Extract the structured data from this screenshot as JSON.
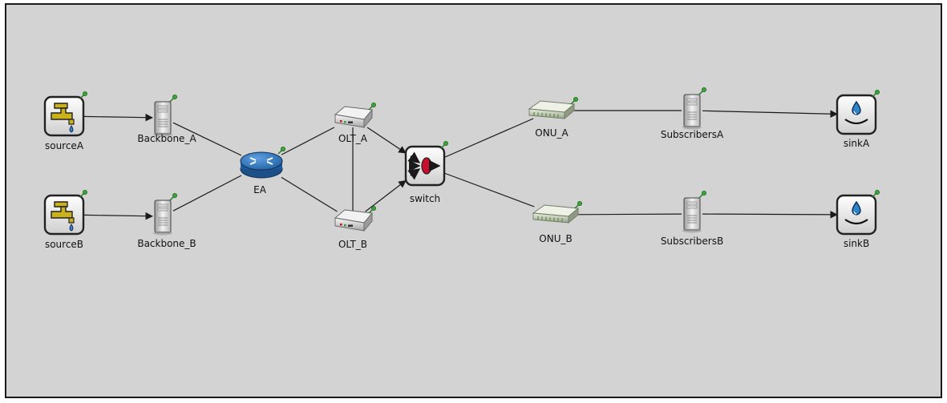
{
  "network": {
    "nodes": [
      {
        "id": "sourceA",
        "label": "sourceA",
        "icon": "faucet-icon"
      },
      {
        "id": "sourceB",
        "label": "sourceB",
        "icon": "faucet-icon"
      },
      {
        "id": "backboneA",
        "label": "Backbone_A",
        "icon": "server-icon"
      },
      {
        "id": "backboneB",
        "label": "Backbone_B",
        "icon": "server-icon"
      },
      {
        "id": "ea",
        "label": "EA",
        "icon": "router-icon"
      },
      {
        "id": "oltA",
        "label": "OLT_A",
        "icon": "network-box-icon"
      },
      {
        "id": "oltB",
        "label": "OLT_B",
        "icon": "network-box-icon"
      },
      {
        "id": "switch",
        "label": "switch",
        "icon": "switch-icon"
      },
      {
        "id": "onuA",
        "label": "ONU_A",
        "icon": "modem-icon"
      },
      {
        "id": "onuB",
        "label": "ONU_B",
        "icon": "modem-icon"
      },
      {
        "id": "subA",
        "label": "SubscribersA",
        "icon": "server-icon"
      },
      {
        "id": "subB",
        "label": "SubscribersB",
        "icon": "server-icon"
      },
      {
        "id": "sinkA",
        "label": "sinkA",
        "icon": "sink-drop-icon"
      },
      {
        "id": "sinkB",
        "label": "sinkB",
        "icon": "sink-drop-icon"
      }
    ],
    "links": [
      {
        "from": "sourceA",
        "to": "backboneA",
        "arrow": true
      },
      {
        "from": "sourceB",
        "to": "backboneB",
        "arrow": true
      },
      {
        "from": "backboneA",
        "to": "ea",
        "arrow": false
      },
      {
        "from": "backboneB",
        "to": "ea",
        "arrow": false
      },
      {
        "from": "ea",
        "to": "oltA",
        "arrow": false
      },
      {
        "from": "ea",
        "to": "oltB",
        "arrow": false
      },
      {
        "from": "oltA",
        "to": "oltB",
        "arrow": false
      },
      {
        "from": "oltA",
        "to": "switch",
        "arrow": true
      },
      {
        "from": "oltB",
        "to": "switch",
        "arrow": true
      },
      {
        "from": "switch",
        "to": "onuA",
        "arrow": false
      },
      {
        "from": "switch",
        "to": "onuB",
        "arrow": false
      },
      {
        "from": "onuA",
        "to": "subA",
        "arrow": false
      },
      {
        "from": "onuB",
        "to": "subB",
        "arrow": false
      },
      {
        "from": "subA",
        "to": "sinkA",
        "arrow": true
      },
      {
        "from": "subB",
        "to": "sinkB",
        "arrow": true
      }
    ]
  },
  "colors": {
    "canvas": "#d3d3d3",
    "border": "#1a1a1a",
    "pin": "#3aa63a",
    "router": "#2b6fb6",
    "switch_lens": "#c8102e",
    "faucet": "#c9b21a",
    "drop": "#2e86c9"
  }
}
